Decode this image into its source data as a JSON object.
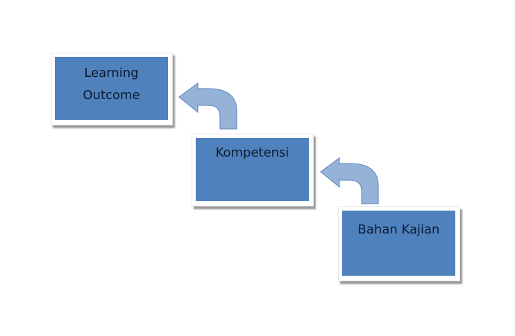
{
  "nodes": [
    {
      "id": "learning-outcome",
      "label_line1": "Learning",
      "label_line2": "Outcome"
    },
    {
      "id": "kompetensi",
      "label": "Kompetensi"
    },
    {
      "id": "bahan-kajian",
      "label": "Bahan Kajian"
    }
  ],
  "edges": [
    {
      "from": "kompetensi",
      "to": "learning-outcome"
    },
    {
      "from": "bahan-kajian",
      "to": "kompetensi"
    }
  ],
  "colors": {
    "box": "#4f81bd",
    "arrow": "#95b3d7",
    "arrow_stroke": "#6a8fc4"
  }
}
